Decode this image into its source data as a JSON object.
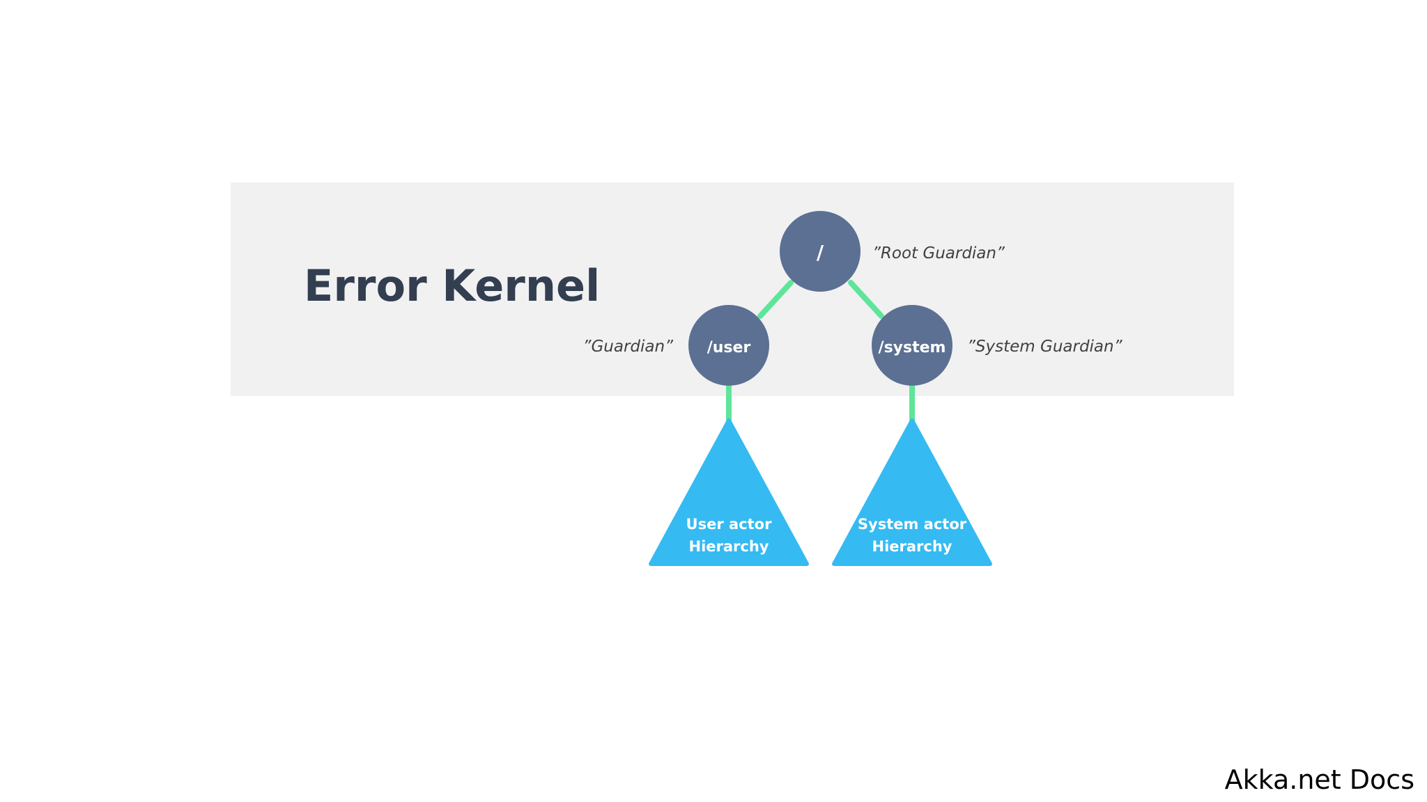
{
  "title": "Error Kernel",
  "footer": "Akka.net Docs",
  "colors": {
    "band": "#f1f1f2",
    "title": "#333f50",
    "node": "#5b7092",
    "connector": "#5ee59a",
    "triangle": "#35baf2",
    "caption": "#404040"
  },
  "nodes": {
    "root": {
      "label": "/",
      "caption": "”Root Guardian”"
    },
    "user": {
      "label": "/user",
      "caption": "”Guardian”"
    },
    "system": {
      "label": "/system",
      "caption": "”System Guardian”"
    }
  },
  "hierarchies": {
    "user": {
      "line1": "User actor",
      "line2": "Hierarchy"
    },
    "system": {
      "line1": "System actor",
      "line2": "Hierarchy"
    }
  }
}
